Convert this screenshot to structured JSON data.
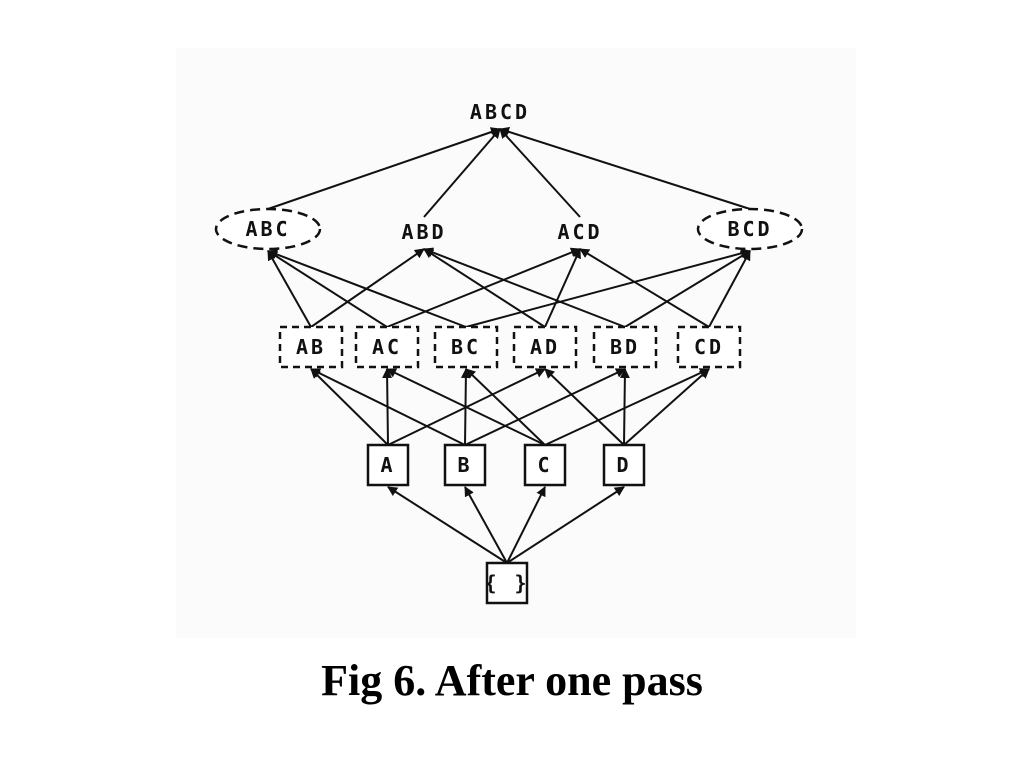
{
  "caption": "Fig 6. After one pass",
  "diagram": {
    "nodes": [
      {
        "id": "ABCD",
        "label": "ABCD",
        "style": "plain"
      },
      {
        "id": "ABC",
        "label": "ABC",
        "style": "dashed-ellipse"
      },
      {
        "id": "ABD",
        "label": "ABD",
        "style": "plain"
      },
      {
        "id": "ACD",
        "label": "ACD",
        "style": "plain"
      },
      {
        "id": "BCD",
        "label": "BCD",
        "style": "dashed-ellipse"
      },
      {
        "id": "AB",
        "label": "AB",
        "style": "dashed-box"
      },
      {
        "id": "AC",
        "label": "AC",
        "style": "dashed-box"
      },
      {
        "id": "BC",
        "label": "BC",
        "style": "dashed-box"
      },
      {
        "id": "AD",
        "label": "AD",
        "style": "dashed-box"
      },
      {
        "id": "BD",
        "label": "BD",
        "style": "dashed-box"
      },
      {
        "id": "CD",
        "label": "CD",
        "style": "dashed-box"
      },
      {
        "id": "A",
        "label": "A",
        "style": "solid-box"
      },
      {
        "id": "B",
        "label": "B",
        "style": "solid-box"
      },
      {
        "id": "C",
        "label": "C",
        "style": "solid-box"
      },
      {
        "id": "D",
        "label": "D",
        "style": "solid-box"
      },
      {
        "id": "EMPTY",
        "label": "{ }",
        "style": "solid-box"
      }
    ],
    "edges": [
      [
        "EMPTY",
        "A"
      ],
      [
        "EMPTY",
        "B"
      ],
      [
        "EMPTY",
        "C"
      ],
      [
        "EMPTY",
        "D"
      ],
      [
        "A",
        "AB"
      ],
      [
        "B",
        "AB"
      ],
      [
        "A",
        "AC"
      ],
      [
        "C",
        "AC"
      ],
      [
        "B",
        "BC"
      ],
      [
        "C",
        "BC"
      ],
      [
        "A",
        "AD"
      ],
      [
        "D",
        "AD"
      ],
      [
        "B",
        "BD"
      ],
      [
        "D",
        "BD"
      ],
      [
        "C",
        "CD"
      ],
      [
        "D",
        "CD"
      ],
      [
        "AB",
        "ABC"
      ],
      [
        "AC",
        "ABC"
      ],
      [
        "BC",
        "ABC"
      ],
      [
        "AB",
        "ABD"
      ],
      [
        "AD",
        "ABD"
      ],
      [
        "BD",
        "ABD"
      ],
      [
        "AC",
        "ACD"
      ],
      [
        "AD",
        "ACD"
      ],
      [
        "CD",
        "ACD"
      ],
      [
        "BC",
        "BCD"
      ],
      [
        "BD",
        "BCD"
      ],
      [
        "CD",
        "BCD"
      ],
      [
        "ABC",
        "ABCD"
      ],
      [
        "ABD",
        "ABCD"
      ],
      [
        "ACD",
        "ABCD"
      ],
      [
        "BCD",
        "ABCD"
      ]
    ]
  }
}
